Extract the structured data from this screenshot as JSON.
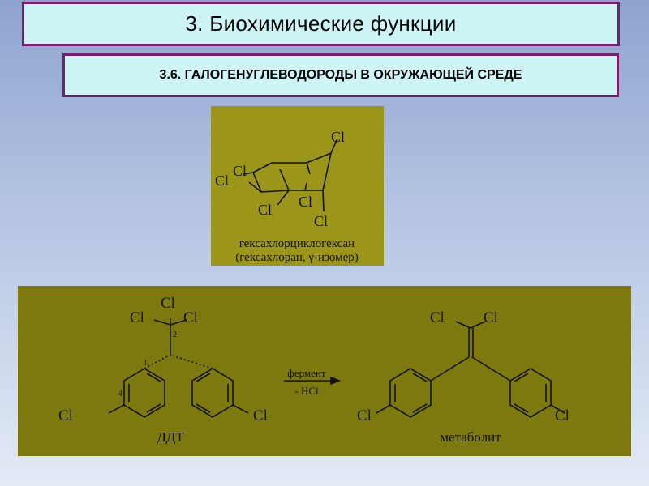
{
  "header": {
    "title": "3. Биохимические функции",
    "subtitle": "3.6. ГАЛОГЕНУГЛЕВОДОРОДЫ В ОКРУЖАЮЩЕЙ СРЕДЕ"
  },
  "hch": {
    "cl1": "Cl",
    "cl2": "Cl",
    "cl3": "Cl",
    "cl4": "Cl",
    "cl5": "Cl",
    "cl6": "Cl",
    "caption_line1": "гексахлорциклогексан",
    "caption_line2": "(гексахлоран, γ-изомер)"
  },
  "ddt": {
    "cl_top": "Cl",
    "cl_left": "Cl",
    "cl_right": "Cl",
    "cl_ring_left": "Cl",
    "cl_ring_right": "Cl",
    "num_2": "2",
    "num_1": "1",
    "num_4": "4",
    "name": "ДДТ"
  },
  "reaction": {
    "enzyme": "фермент",
    "byproduct": "- HCl"
  },
  "metabolite": {
    "cl1": "Cl",
    "cl2": "Cl",
    "cl_ring_left": "Cl",
    "cl_ring_right": "Cl",
    "name": "метаболит"
  },
  "colors": {
    "header_bg": "#cdf5f6",
    "header_border": "#7a1f6e",
    "panel_top": "#9b9519",
    "panel_bottom": "#7d790e"
  }
}
